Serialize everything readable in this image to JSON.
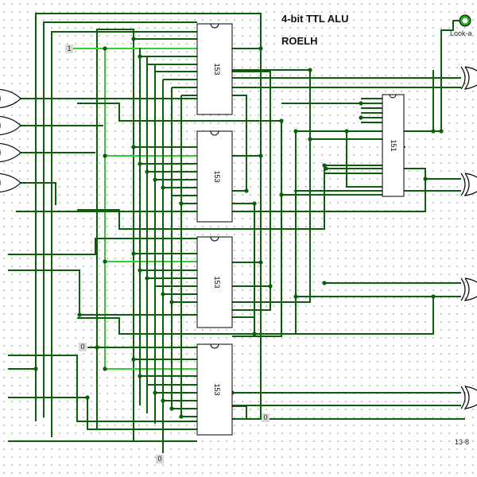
{
  "title": "4-bit TTL ALU",
  "subtitle": "ROELH",
  "output_label": "Look-a",
  "footer_label": "13-8",
  "chips": [
    {
      "name": "153",
      "kind": "mux"
    },
    {
      "name": "153",
      "kind": "mux"
    },
    {
      "name": "153",
      "kind": "mux"
    },
    {
      "name": "153",
      "kind": "mux"
    },
    {
      "name": "151",
      "kind": "mux"
    }
  ],
  "constants": {
    "top_input": "1",
    "mid_input": "0",
    "right_input": "0",
    "bottom_input": "0"
  },
  "colors": {
    "wire": "#0a5f0a",
    "wire_active": "#2fcf2f",
    "chip_stroke": "#000000",
    "output_led": "#1aa81a"
  }
}
